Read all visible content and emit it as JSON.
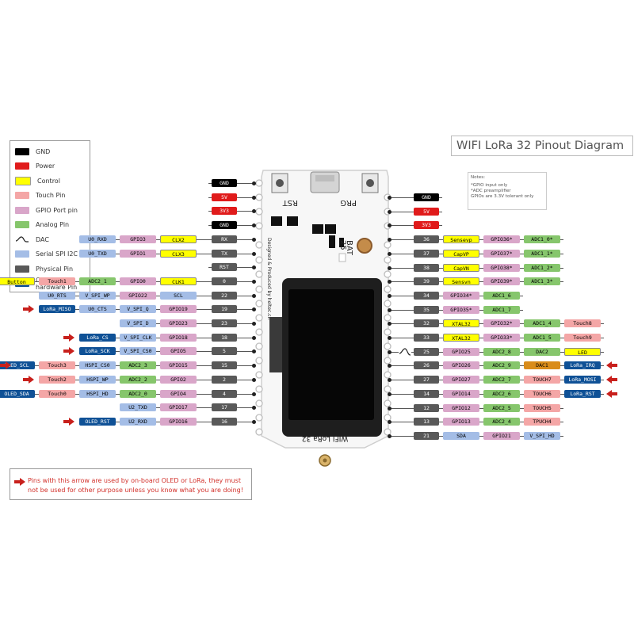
{
  "diagram_title": "WIFI LoRa 32 Pinout Diagram",
  "legend": [
    {
      "label": "GND",
      "color": "#000000"
    },
    {
      "label": "Power",
      "color": "#e01b1b"
    },
    {
      "label": "Control",
      "color": "#ffff00"
    },
    {
      "label": "Touch Pin",
      "color": "#f4a6a6"
    },
    {
      "label": "GPIO Port pin",
      "color": "#d9a6c9"
    },
    {
      "label": "Analog Pin",
      "color": "#86c66c"
    },
    {
      "label": "DAC",
      "color": "",
      "icon": "dac-wave-icon"
    },
    {
      "label": "Serial SPI I2C",
      "color": "#a4bde6"
    },
    {
      "label": "Physical Pin",
      "color": "#595959"
    },
    {
      "label": "On-board hardware Pin",
      "color": "#0f5196"
    }
  ],
  "notes": {
    "title": "Notes:",
    "lines": [
      "*GPIO input only",
      "*ADC preamplifier",
      "GPIOs are 3.3V tolerant only"
    ]
  },
  "warning": "Pins with this arrow are used by on-board OLED or LoRa, they must not be used for other purpose unless you know what you are doing!",
  "board": {
    "buttons": [
      "RST",
      "PRG"
    ],
    "side_labels": [
      "25",
      "BAT"
    ],
    "credit": "Designed & Produced by heltec.cn",
    "bottom_text": "WIFI LoRa 32"
  },
  "left_rows": [
    {
      "labels": [
        [
          "GND",
          "gnd"
        ]
      ]
    },
    {
      "labels": [
        [
          "5V",
          "pwr"
        ]
      ]
    },
    {
      "labels": [
        [
          "3V3",
          "pwr"
        ]
      ]
    },
    {
      "labels": [
        [
          "GND",
          "gnd"
        ]
      ]
    },
    {
      "labels": [
        [
          "RX",
          "phy"
        ],
        [
          "CLX2",
          "ctl"
        ],
        [
          "GPIO3",
          "gpio"
        ],
        [
          "U0_RXD",
          "spi"
        ]
      ]
    },
    {
      "labels": [
        [
          "TX",
          "phy"
        ],
        [
          "CLX3",
          "ctl"
        ],
        [
          "GPIO1",
          "gpio"
        ],
        [
          "U0_TXD",
          "spi"
        ]
      ]
    },
    {
      "labels": [
        [
          "RST",
          "phy"
        ]
      ]
    },
    {
      "labels": [
        [
          "0",
          "phy"
        ],
        [
          "CLK1",
          "ctl"
        ],
        [
          "GPIO0",
          "gpio"
        ],
        [
          "ADC2_1",
          "adc"
        ],
        [
          "Touch1",
          "tch"
        ],
        [
          "Button",
          "ctl"
        ]
      ]
    },
    {
      "labels": [
        [
          "22",
          "phy"
        ],
        [
          "SCL",
          "spi"
        ],
        [
          "GPIO22",
          "gpio"
        ],
        [
          "V_SPI_WP",
          "spi"
        ],
        [
          "U0_RTS",
          "spi"
        ]
      ]
    },
    {
      "labels": [
        [
          "19",
          "phy"
        ],
        [
          "GPIO19",
          "gpio"
        ],
        [
          "V_SPI_Q",
          "spi"
        ],
        [
          "U0_CTS",
          "spi"
        ],
        [
          "LoRa_MISO",
          "hw"
        ]
      ],
      "arrow": true
    },
    {
      "labels": [
        [
          "23",
          "phy"
        ],
        [
          "GPIO23",
          "gpio"
        ],
        [
          "V_SPI_D",
          "spi"
        ]
      ]
    },
    {
      "labels": [
        [
          "18",
          "phy"
        ],
        [
          "GPIO18",
          "gpio"
        ],
        [
          "V_SPI_CLK",
          "spi"
        ],
        [
          "LoRa_CS",
          "hw"
        ]
      ],
      "arrow": true
    },
    {
      "labels": [
        [
          "5",
          "phy"
        ],
        [
          "GPIO5",
          "gpio"
        ],
        [
          "V_SPI_CS0",
          "spi"
        ],
        [
          "LoRa_SCK",
          "hw"
        ]
      ],
      "arrow": true
    },
    {
      "labels": [
        [
          "15",
          "phy"
        ],
        [
          "GPIO15",
          "gpio"
        ],
        [
          "ADC2_3",
          "adc"
        ],
        [
          "HSPI_CS0",
          "spi"
        ],
        [
          "Touch3",
          "tch"
        ],
        [
          "OLED_SCL",
          "hw"
        ]
      ],
      "arrow": true
    },
    {
      "labels": [
        [
          "2",
          "phy"
        ],
        [
          "GPIO2",
          "gpio"
        ],
        [
          "ADC2_2",
          "adc"
        ],
        [
          "HSPI_WP",
          "spi"
        ],
        [
          "Touch2",
          "tch"
        ]
      ],
      "arrow": true
    },
    {
      "labels": [
        [
          "4",
          "phy"
        ],
        [
          "GPIO4",
          "gpio"
        ],
        [
          "ADC2_0",
          "adc"
        ],
        [
          "HSPI_HD",
          "spi"
        ],
        [
          "Touch0",
          "tch"
        ],
        [
          "OLED_SDA",
          "hw"
        ]
      ]
    },
    {
      "labels": [
        [
          "17",
          "phy"
        ],
        [
          "GPIO17",
          "gpio"
        ],
        [
          "U2_TXD",
          "spi"
        ]
      ]
    },
    {
      "labels": [
        [
          "16",
          "phy"
        ],
        [
          "GPIO16",
          "gpio"
        ],
        [
          "U2_RXD",
          "spi"
        ],
        [
          "OLED_RST",
          "hw"
        ]
      ],
      "arrow": true
    }
  ],
  "right_rows": [
    {
      "labels": [
        [
          "GND",
          "gnd"
        ]
      ]
    },
    {
      "labels": [
        [
          "5V",
          "pwr"
        ]
      ]
    },
    {
      "labels": [
        [
          "3V3",
          "pwr"
        ]
      ]
    },
    {
      "labels": [
        [
          "36",
          "phy"
        ],
        [
          "Sensevp",
          "ctl"
        ],
        [
          "GPIO36*",
          "gpio"
        ],
        [
          "ADC1_0*",
          "adc"
        ]
      ]
    },
    {
      "labels": [
        [
          "37",
          "phy"
        ],
        [
          "CapVP",
          "ctl"
        ],
        [
          "GPIO37*",
          "gpio"
        ],
        [
          "ADC1_1*",
          "adc"
        ]
      ]
    },
    {
      "labels": [
        [
          "38",
          "phy"
        ],
        [
          "CapVN",
          "ctl"
        ],
        [
          "GPIO38*",
          "gpio"
        ],
        [
          "ADC1_2*",
          "adc"
        ]
      ]
    },
    {
      "labels": [
        [
          "39",
          "phy"
        ],
        [
          "Sensvn",
          "ctl"
        ],
        [
          "GPIO39*",
          "gpio"
        ],
        [
          "ADC1_3*",
          "adc"
        ]
      ]
    },
    {
      "labels": [
        [
          "34",
          "phy"
        ],
        [
          "GPIO34*",
          "gpio"
        ],
        [
          "ADC1_6",
          "adc"
        ]
      ]
    },
    {
      "labels": [
        [
          "35",
          "phy"
        ],
        [
          "GPIO35*",
          "gpio"
        ],
        [
          "ADC1_7",
          "adc"
        ]
      ]
    },
    {
      "labels": [
        [
          "32",
          "phy"
        ],
        [
          "XTAL32",
          "ctl"
        ],
        [
          "GPIO32*",
          "gpio"
        ],
        [
          "ADC1_4",
          "adc"
        ],
        [
          "Touch8",
          "tch"
        ]
      ]
    },
    {
      "labels": [
        [
          "33",
          "phy"
        ],
        [
          "XTAL32",
          "ctl"
        ],
        [
          "GPIO33*",
          "gpio"
        ],
        [
          "ADC1_5",
          "adc"
        ],
        [
          "Touch9",
          "tch"
        ]
      ]
    },
    {
      "labels": [
        [
          "25",
          "phy"
        ],
        [
          "GPIO25",
          "gpio"
        ],
        [
          "ADC2_8",
          "adc"
        ],
        [
          "DAC2",
          "adc"
        ],
        [
          "LED",
          "ctl"
        ]
      ],
      "dac": true
    },
    {
      "labels": [
        [
          "26",
          "phy"
        ],
        [
          "GPIO26",
          "gpio"
        ],
        [
          "ADC2_9",
          "adc"
        ],
        [
          "DAC1",
          "dac"
        ],
        [
          "LoRa_IRQ",
          "hw"
        ]
      ],
      "arrow": true
    },
    {
      "labels": [
        [
          "27",
          "phy"
        ],
        [
          "GPIO27",
          "gpio"
        ],
        [
          "ADC2_7",
          "adc"
        ],
        [
          "TOUCH7",
          "tch"
        ],
        [
          "LoRa_MOSI",
          "hw"
        ]
      ],
      "arrow": true
    },
    {
      "labels": [
        [
          "14",
          "phy"
        ],
        [
          "GPIO14",
          "gpio"
        ],
        [
          "ADC2_6",
          "adc"
        ],
        [
          "TOUCH6",
          "tch"
        ],
        [
          "LoRa_RST",
          "hw"
        ]
      ],
      "arrow": true
    },
    {
      "labels": [
        [
          "12",
          "phy"
        ],
        [
          "GPIO12",
          "gpio"
        ],
        [
          "ADC2_5",
          "adc"
        ],
        [
          "TOUCH5",
          "tch"
        ]
      ]
    },
    {
      "labels": [
        [
          "13",
          "phy"
        ],
        [
          "GPIO13",
          "gpio"
        ],
        [
          "ADC2_4",
          "adc"
        ],
        [
          "TPUCH4",
          "tch"
        ]
      ]
    },
    {
      "labels": [
        [
          "21",
          "phy"
        ],
        [
          "SDA",
          "spi"
        ],
        [
          "GPIO21",
          "gpio"
        ],
        [
          "V_SPI_HD",
          "spi"
        ]
      ]
    }
  ]
}
